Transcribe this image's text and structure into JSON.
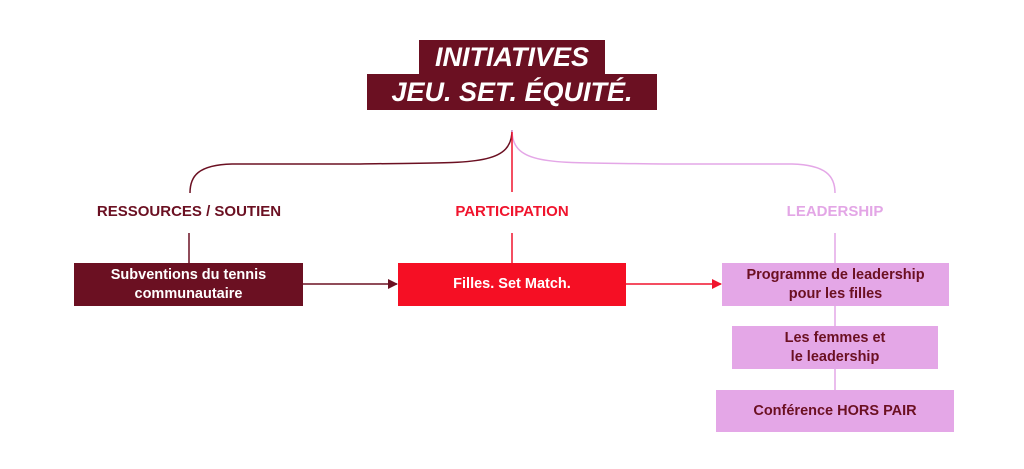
{
  "title": {
    "line1": "INITIATIVES",
    "line2": "JEU. SET. ÉQUITÉ."
  },
  "categories": {
    "ressources": "RESSOURCES / SOUTIEN",
    "participation": "PARTICIPATION",
    "leadership": "LEADERSHIP"
  },
  "boxes": {
    "subventions": [
      "Subventions du tennis",
      "communautaire"
    ],
    "filles": "Filles. Set Match.",
    "programme": [
      "Programme de leadership",
      "pour les filles"
    ],
    "femmes": [
      "Les femmes et",
      "le leadership"
    ],
    "conference": "Conférence HORS PAIR"
  },
  "colors": {
    "maroon": "#6b1022",
    "red": "#f50f24",
    "pink": "#e4a7e7"
  }
}
